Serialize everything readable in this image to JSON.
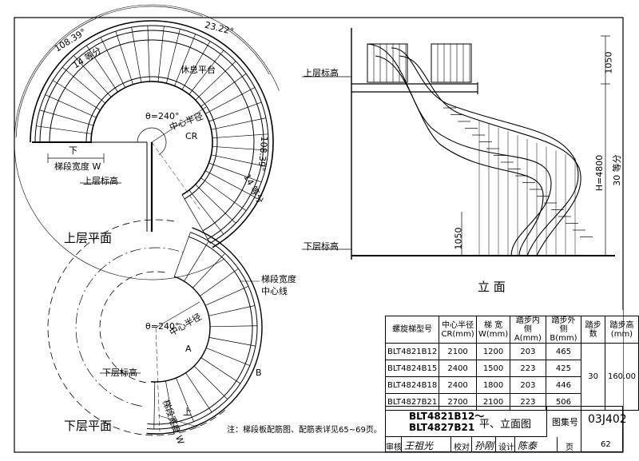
{
  "upper_plan": {
    "title": "上层平面",
    "dims": {
      "outer_arc": "108.39°",
      "outer_div": "14 等分",
      "right_arc": "108.39°",
      "right_div": "14 等分",
      "top_angle": "23.22°"
    },
    "landing": "休息平台",
    "angle": "θ=240°",
    "radius_label": "中心半径",
    "cr": "CR",
    "width_label": "梯段宽度 W",
    "level_label": "上层标高",
    "down": "下"
  },
  "lower_plan": {
    "title": "下层平面",
    "angle": "θ=240°",
    "radius_label": "中心半径",
    "width_top": "梯段宽度",
    "center_line": "中心线",
    "level_label": "下层标高",
    "width_bottom": "梯段宽度 W",
    "dim_a": "A",
    "dim_b": "B",
    "up": "上"
  },
  "elevation": {
    "title": "立 面",
    "upper_level": "上层标高",
    "lower_level": "下层标高",
    "dim_1050_top": "1050",
    "dim_h": "H=4800",
    "dim_steps": "30 等分",
    "dim_1050_bottom": "1050"
  },
  "note": "注：梯段板配筋图、配筋表详见65~69页。",
  "spec_table": {
    "headers": [
      "螺旋梯型号",
      "中心半径 CR(mm)",
      "梯 宽 W(mm)",
      "踏步内侧 A(mm)",
      "踏步外侧 B(mm)",
      "踏步数",
      "踏步高 (mm)"
    ],
    "rows": [
      [
        "BLT4821B12",
        "2100",
        "1200",
        "203",
        "465"
      ],
      [
        "BLT4824B15",
        "2400",
        "1500",
        "223",
        "425"
      ],
      [
        "BLT4824B18",
        "2400",
        "1800",
        "203",
        "446"
      ],
      [
        "BLT4827B21",
        "2700",
        "2100",
        "223",
        "506"
      ]
    ],
    "steps": "30",
    "step_height": "160.00"
  },
  "title_block": {
    "drawing_title_line1": "BLT4821B12～",
    "drawing_title_line2": "BLT4827B21",
    "drawing_title_suffix": "平、立面图",
    "atlas_label": "图集号",
    "atlas_no": "03J402",
    "review_label": "审核",
    "reviewer": "王祖光",
    "check_label": "校对",
    "checker": "孙刚",
    "design_label": "设计",
    "designer": "陈泰",
    "page_label": "页",
    "page_no": "62"
  }
}
